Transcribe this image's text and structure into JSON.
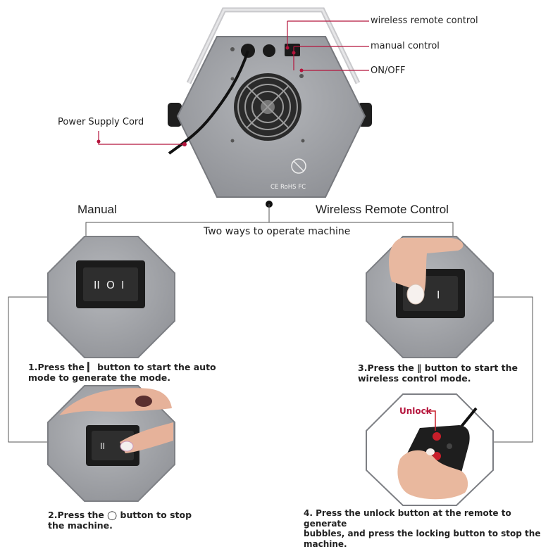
{
  "callouts": {
    "wireless": "wireless remote control",
    "manual": "manual control",
    "onoff": "ON/OFF",
    "power": "Power Supply Cord"
  },
  "device": {
    "marks": "CE RoHS FC"
  },
  "sections": {
    "manual": "Manual",
    "wireless": "Wireless Remote Control",
    "center": "Two ways to operate machine"
  },
  "switch": {
    "left": "II",
    "mid": "O",
    "right": "I"
  },
  "steps": {
    "s1": [
      "1.Press the ▎ button to start the auto",
      "mode to generate the mode."
    ],
    "s2": [
      "2.Press the ◯ button to stop",
      "the machine."
    ],
    "s3": [
      "3.Press the  ‖ button to start the",
      "wireless control mode."
    ],
    "s4": [
      "4. Press the unlock button at the remote to generate",
      "bubbles, and press the locking button to stop the",
      "machine."
    ]
  },
  "remote": {
    "unlock": "Unlock"
  },
  "colors": {
    "accent": "#b5143c",
    "panel": "#9d9fa4",
    "panel_dark": "#7f8186",
    "switch_body": "#1b1b1b"
  }
}
